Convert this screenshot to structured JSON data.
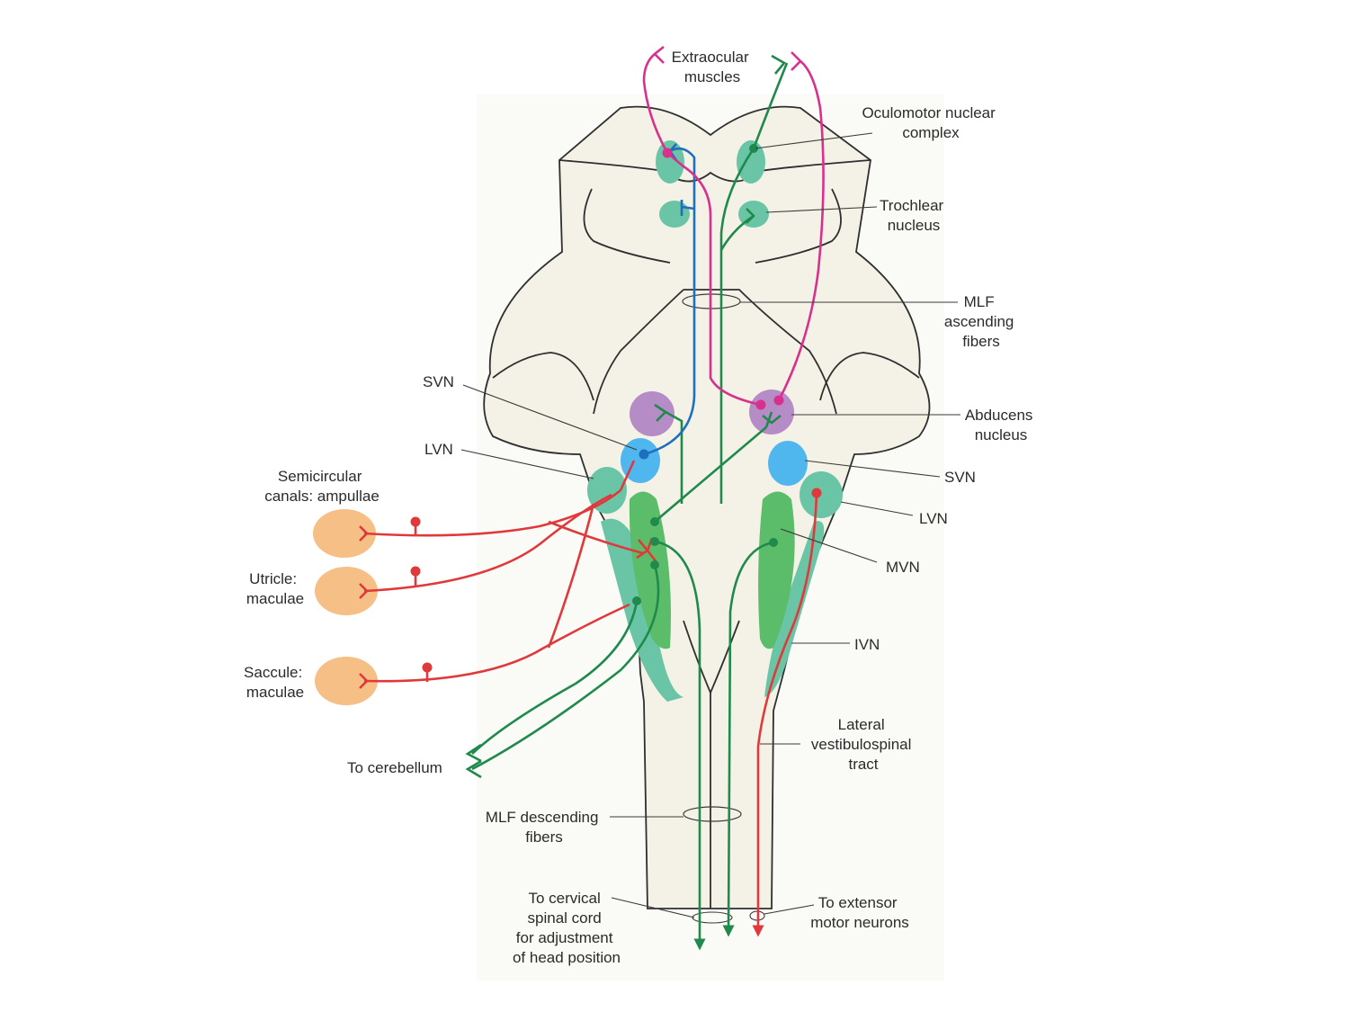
{
  "colors": {
    "brainstem_fill": "#f4f2e6",
    "outline": "#2f2f2f",
    "vestibular_afferent": "#e0393b",
    "vestibular_efferent": "#1f8a4c",
    "svn_pathway": "#1f6fc0",
    "oculomotor_pathway": "#d8308d",
    "receptor_fill": "#f6bf85",
    "svn_nucleus": "#4fb7ee",
    "abducens_nucleus": "#b58cc6",
    "lvn_ivn_nucleus": "#6ac4a6",
    "mvn_nucleus": "#5bbd6a"
  },
  "labels": {
    "extraocular": [
      "Extraocular",
      "muscles"
    ],
    "oculomotor": [
      "Oculomotor nuclear",
      "complex"
    ],
    "trochlear": [
      "Trochlear",
      "nucleus"
    ],
    "mlf_ascending": [
      "MLF",
      "ascending",
      "fibers"
    ],
    "svn_left": "SVN",
    "lvn_left": "LVN",
    "semicircular": [
      "Semicircular",
      "canals: ampullae"
    ],
    "utricle": [
      "Utricle:",
      "maculae"
    ],
    "saccule": [
      "Saccule:",
      "maculae"
    ],
    "abducens": [
      "Abducens",
      "nucleus"
    ],
    "svn_right": "SVN",
    "lvn_right": "LVN",
    "mvn": "MVN",
    "ivn": "IVN",
    "lateral_vst": [
      "Lateral",
      "vestibulospinal",
      "tract"
    ],
    "to_cerebellum": "To cerebellum",
    "mlf_descending": [
      "MLF descending",
      "fibers"
    ],
    "to_cervical": [
      "To cervical",
      "spinal cord",
      "for adjustment",
      "of head position"
    ],
    "to_extensor": [
      "To extensor",
      "motor neurons"
    ]
  }
}
